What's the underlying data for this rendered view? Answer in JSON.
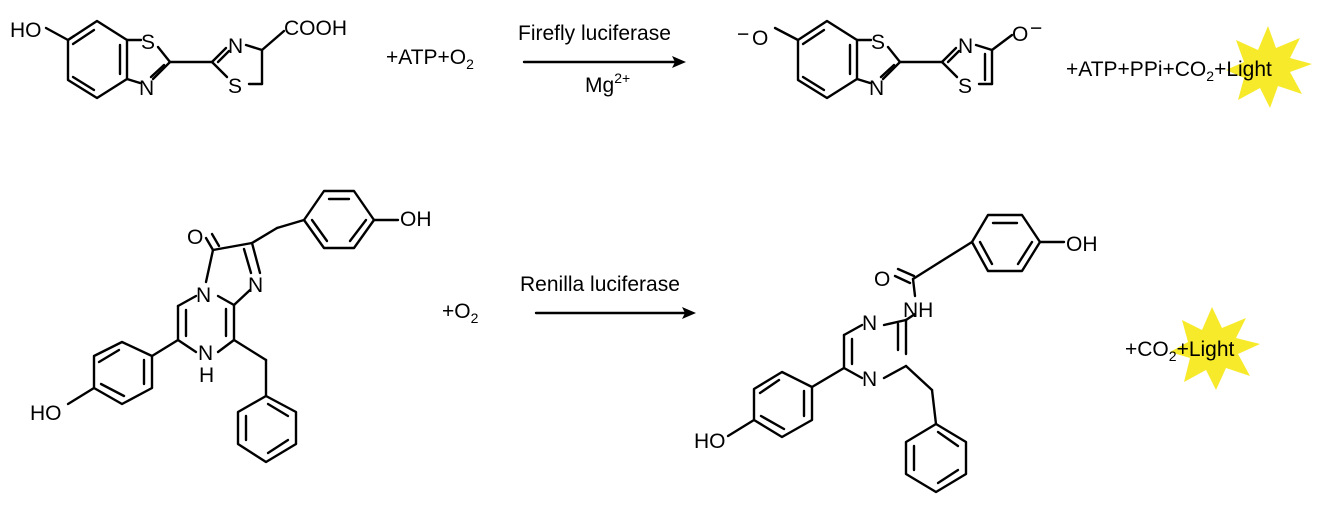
{
  "reaction_1": {
    "substrate_groups": {
      "hydroxyl": "HO",
      "carboxyl": "COOH",
      "sulfur_1": "S",
      "nitrogen_1": "N",
      "sulfur_2": "S",
      "nitrogen_2": "N"
    },
    "reactants_plus": "+ATP+O",
    "reactants_sub": "2",
    "enzyme": "Firefly luciferase",
    "cofactor": "Mg",
    "cofactor_sup": "2+",
    "product_groups": {
      "oxide_left": "O",
      "oxide_right": "O",
      "minus": "−",
      "sulfur_1": "S",
      "nitrogen_1": "N",
      "sulfur_2": "S",
      "nitrogen_2": "N"
    },
    "products_text": "+ATP+PPi+CO",
    "products_sub": "2",
    "products_plus": "+",
    "light": "Light",
    "burst_color": "#f7ea2a"
  },
  "reaction_2": {
    "substrate_groups": {
      "oxo": "O",
      "hydroxyl_top": "OH",
      "hydroxyl_left": "HO",
      "nitrogen_bridge": "N",
      "nitrogen_imine": "N",
      "nh_n": "N",
      "nh_h": "H"
    },
    "reactants_plus": "+O",
    "reactants_sub": "2",
    "enzyme": "Renilla luciferase",
    "product_groups": {
      "oxo": "O",
      "amide_nh": "NH",
      "hydroxyl_top": "OH",
      "hydroxyl_left": "HO",
      "nitrogen_1": "N",
      "nitrogen_2": "N"
    },
    "products_text": "+CO",
    "products_sub": "2",
    "products_plus": "+",
    "light": "Light",
    "burst_color": "#f7ea2a"
  }
}
